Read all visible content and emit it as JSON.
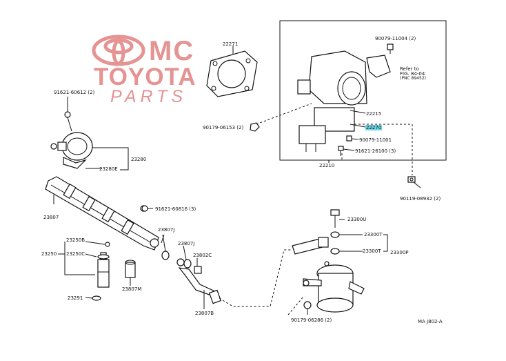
{
  "logo": {
    "brand_1": "MC",
    "brand_2": "TOYOTA",
    "brand_3": "PARTS",
    "color": "#e59393"
  },
  "highlight_color": "#6fd6e8",
  "labels": {
    "p22271": "22271",
    "p90079_11004": "90079-11004 (2)",
    "refer_to": "Refer to",
    "fig_ref": "FIG. 84-04",
    "pnc": "(PNC 89452)",
    "p91621_60612": "91621-60612 (2)",
    "p22215": "22215",
    "p22270": "22270",
    "p90179_06153": "90179-06153 (2)",
    "p90079_11001": "90079-11001",
    "p91621_26100": "91621-26100 (3)",
    "p22210": "22210",
    "p23280": "23280",
    "p23280e": "23280E",
    "p90119_08932": "90119-08932 (2)",
    "p91621_60816": "91621-60816 (3)",
    "p23807": "23807",
    "p23807j_1": "23807J",
    "p23807j_2": "23807J",
    "p23300u": "23300U",
    "p23300t_1": "23300T",
    "p23300t_2": "23300T",
    "p23300p": "23300P",
    "p23250b": "23250B",
    "p23250": "23250",
    "p23250c": "23250C",
    "p23802c": "23802C",
    "p23807m": "23807M",
    "p23807b": "23807B",
    "p23291": "23291",
    "p90179_06286": "90179-06286 (2)",
    "ma_code": "MA J802-A"
  }
}
